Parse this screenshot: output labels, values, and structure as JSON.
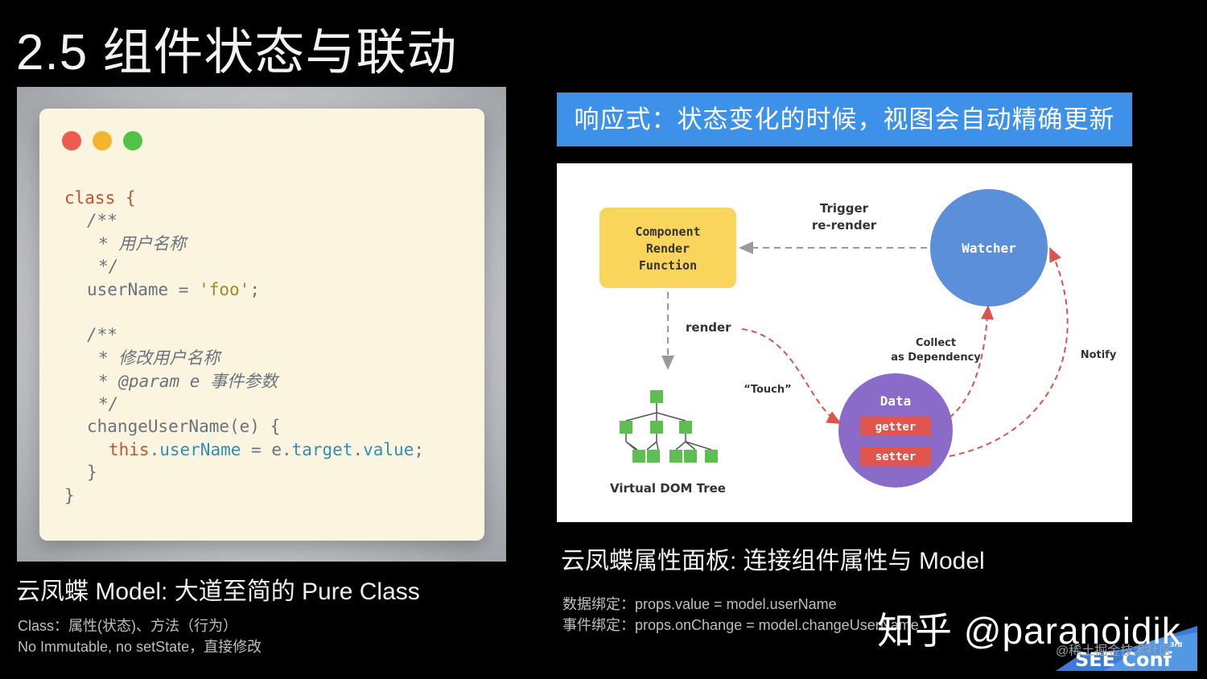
{
  "slide": {
    "title": "2.5 组件状态与联动"
  },
  "left": {
    "code": {
      "line1": "class {",
      "line2": "/**",
      "line3": "* 用户名称",
      "line4": "*/",
      "line5_prop": "userName",
      "line5_eq": " = ",
      "line5_str": "'foo'",
      "line5_end": ";",
      "line6": "/**",
      "line7": "* 修改用户名称",
      "line8": "* @param e 事件参数",
      "line9": "*/",
      "line10": "changeUserName(e) {",
      "line11_kw": "this",
      "line11_dot": ".",
      "line11_prop": "userName",
      "line11_eq": " = e.",
      "line11_p2": "target",
      "line11_dot2": ".",
      "line11_p3": "value",
      "line11_end": ";",
      "line12": "}",
      "line13": "}"
    },
    "heading": "云凤蝶 Model: 大道至简的 Pure Class",
    "note1": "Class：属性(状态)、方法（行为）",
    "note2": "No Immutable, no setState，直接修改"
  },
  "right": {
    "banner": "响应式：状态变化的时候，视图会自动精确更新",
    "diagram": {
      "component_line1": "Component",
      "component_line2": "Render",
      "component_line3": "Function",
      "trigger_line1": "Trigger",
      "trigger_line2": "re-render",
      "watcher": "Watcher",
      "render": "render",
      "collect_line1": "Collect",
      "collect_line2": "as Dependency",
      "notify": "Notify",
      "touch": "“Touch”",
      "data": "Data",
      "getter": "getter",
      "setter": "setter",
      "vdom": "Virtual DOM Tree"
    },
    "heading": "云凤蝶属性面板: 连接组件属性与 Model",
    "note1": "数据绑定：props.value = model.userName",
    "note2": "事件绑定：props.onChange = model.changeUserName"
  },
  "watermark": {
    "main": "知乎 @paranoidik",
    "sub": "@稀土掘金技术社区",
    "logo": "SEE Conf",
    "logo_sup": "3rd"
  },
  "colors": {
    "banner": "#3d91e8",
    "component_box": "#f9d55b",
    "watcher": "#5b8fd9",
    "data_circle": "#8a6cc8",
    "getter_setter": "#e2554f",
    "vdom_cube": "#5cbf4f",
    "arrow_red": "#d9534f"
  }
}
